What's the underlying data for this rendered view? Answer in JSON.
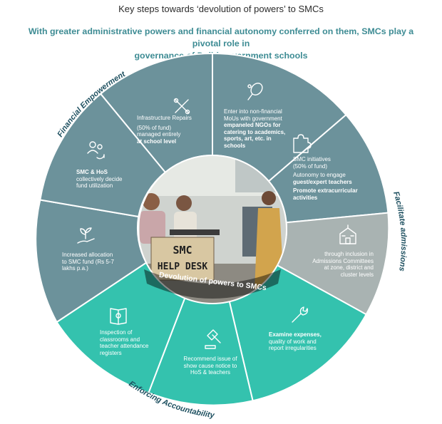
{
  "title": "Key steps towards ‘devolution of powers’ to SMCs",
  "subtitle_line1": "With greater administrative powers and financial autonomy conferred on them, SMCs play a pivotal role in",
  "subtitle_line2": "governance of Delhi government schools",
  "center_label": "Devolution of powers to SMCs",
  "photo_sign": {
    "line1": "SMC",
    "line2": "HELP DESK"
  },
  "groups": {
    "financial": "Financial Empowerment",
    "admissions": "Facilitate admissions",
    "accountability": "Enforcing Accountability"
  },
  "segments": {
    "infrastructure": {
      "l1": "Infrastructure Repairs",
      "l2": "(50% of fund)",
      "l3": "managed entirely",
      "l4": "at school level"
    },
    "mou": {
      "l1": "Enter into non-financial",
      "l2": "MoUs with government",
      "l3": "empaneled NGOs for",
      "l4": "catering to academics,",
      "l5": "sports, art, etc. in",
      "l6": "schools"
    },
    "initiatives": {
      "l1": "SMC initiatives",
      "l2": "(50% of fund)",
      "l3": "Autonomy to engage",
      "l4": "guest/expert teachers",
      "l5": "Promote extracurricular",
      "l6": "activities"
    },
    "admissions": {
      "l1": "through inclusion in",
      "l2": "Admissions Committees",
      "l3": "at zone, district and",
      "l4": "cluster levels"
    },
    "expenses": {
      "l1": "Examine expenses,",
      "l2": "quality of work and",
      "l3": "report irregularities"
    },
    "showcause": {
      "l1": "Recommend issue of",
      "l2": "show cause notice to",
      "l3": "HoS & teachers"
    },
    "inspection": {
      "l1": "Inspection of",
      "l2": "classrooms and",
      "l3": "teacher attendance",
      "l4": "registers"
    },
    "allocation": {
      "l1": "Increased allocation",
      "l2": "to SMC fund (Rs 5-7",
      "l3": "lakhs p.a.)"
    },
    "hos": {
      "l1": "SMC & HoS",
      "l2": "collectively decide",
      "l3": "fund utilization"
    }
  },
  "colors": {
    "financial": "#6c929b",
    "admissions": "#a9b3b2",
    "accountability": "#34c2ae",
    "title_text": "#3e8c94",
    "arc_label": "#1e5060"
  },
  "icons": [
    "tools-icon",
    "racket-icon",
    "puzzle-icon",
    "school-icon",
    "wrench-icon",
    "gavel-icon",
    "book-icon",
    "plant-hand-icon",
    "people-cycle-icon"
  ]
}
